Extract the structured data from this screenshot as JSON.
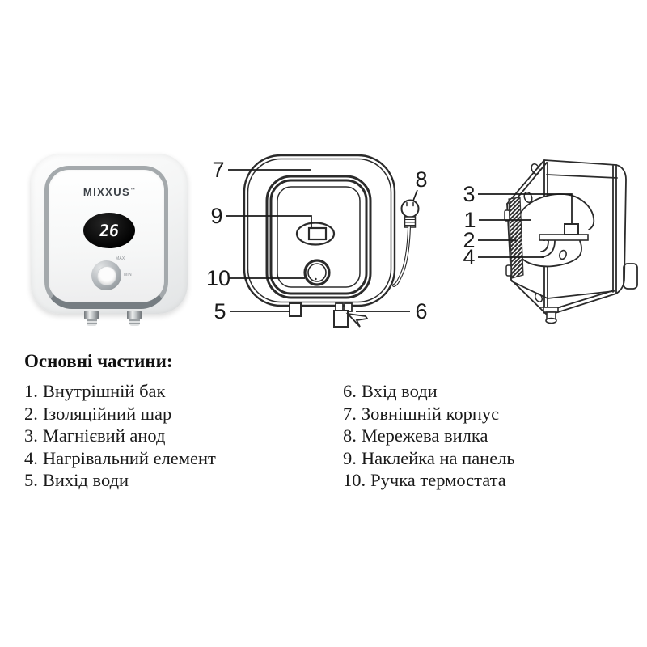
{
  "product": {
    "brand": "MIXXUS",
    "trademark": "™",
    "display_value": "26",
    "knob_max": "MAX",
    "knob_min": "MIN"
  },
  "front_view": {
    "callouts": {
      "c5": "5",
      "c6": "6",
      "c7": "7",
      "c8": "8",
      "c9": "9",
      "c10": "10"
    }
  },
  "side_view": {
    "callouts": {
      "c1": "1",
      "c2": "2",
      "c3": "3",
      "c4": "4"
    }
  },
  "legend": {
    "heading": "Основні частини:",
    "left": [
      {
        "num": "1.",
        "text": "Внутрішній бак"
      },
      {
        "num": "2.",
        "text": "Ізоляційний шар"
      },
      {
        "num": "3.",
        "text": "Магнієвий анод"
      },
      {
        "num": "4.",
        "text": "Нагрівальний елемент"
      },
      {
        "num": "5.",
        "text": "Вихід води"
      }
    ],
    "right": [
      {
        "num": "6.",
        "text": "Вхід води"
      },
      {
        "num": "7.",
        "text": "Зовнішній корпус"
      },
      {
        "num": "8.",
        "text": "Мережева вилка"
      },
      {
        "num": "9.",
        "text": "Наклейка на панель"
      },
      {
        "num": "10.",
        "text": "Ручка термостата"
      }
    ]
  },
  "colors": {
    "background": "#ffffff",
    "line": "#2b2b2b",
    "text": "#1a1a1a",
    "display_bg": "#000000",
    "display_text": "#ffffff",
    "brand_text": "#3c4147",
    "frame_gray": "#a4a9ac",
    "frame_bottom_gray": "#767d82"
  }
}
